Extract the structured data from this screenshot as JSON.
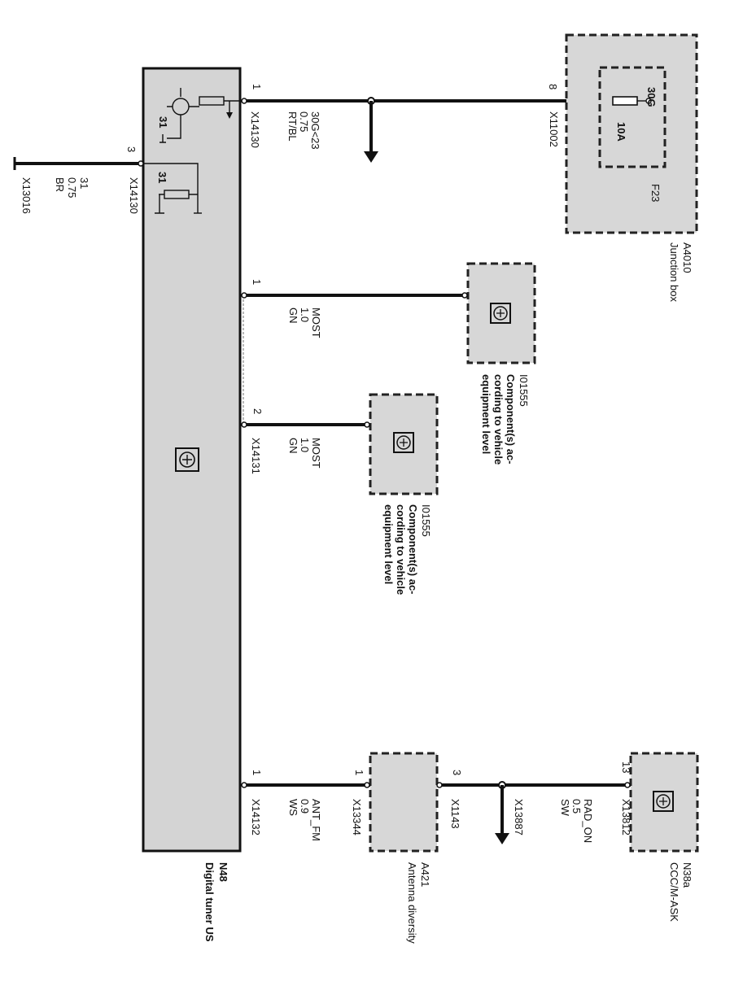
{
  "main_module": {
    "code": "N48",
    "name": "Digital tuner US"
  },
  "junction_box": {
    "code": "A4010",
    "name": "Junction box",
    "fuse": "F23",
    "fuse_rating": "10A",
    "fuse_terminal": "30G"
  },
  "ground": {
    "pin": "3",
    "connector": "X14130",
    "wire_id": "31",
    "wire_size": "0.75",
    "wire_color": "BR",
    "end_connector": "X13016",
    "internal_label": "31"
  },
  "power": {
    "pin": "1",
    "connector": "X14130",
    "signal": "30G<23",
    "size": "0.75",
    "color": "RT/BL",
    "junction_pin": "8",
    "junction_connector": "X11002",
    "internal_label": "31"
  },
  "most1": {
    "pin": "1",
    "signal": "MOST",
    "size": "1.0",
    "color": "GN",
    "comp_code": "I01555",
    "comp_line1": "Component(s) ac-",
    "comp_line2": "cording to vehicle",
    "comp_line3": "equipment level"
  },
  "most2": {
    "pin": "2",
    "connector": "X14131",
    "signal": "MOST",
    "size": "1.0",
    "color": "GN",
    "comp_code": "I01555",
    "comp_line1": "Component(s) ac-",
    "comp_line2": "cording to vehicle",
    "comp_line3": "equipment level"
  },
  "antenna": {
    "pin": "1",
    "connector": "X14132",
    "signal": "ANT_FM",
    "size": "0.9",
    "color": "WS",
    "amp_pin": "1",
    "amp_connector": "X13344",
    "amp_code": "A421",
    "amp_name": "Antenna diversity",
    "amp_out_pin": "3",
    "amp_out_connector": "X1143",
    "splice": "X13887",
    "signal2": "RAD_ON",
    "size2": "0.5",
    "color2": "SW",
    "ccc_pin": "13",
    "ccc_connector": "X13812",
    "ccc_code": "N38a",
    "ccc_name": "CCC/M-ASK"
  }
}
